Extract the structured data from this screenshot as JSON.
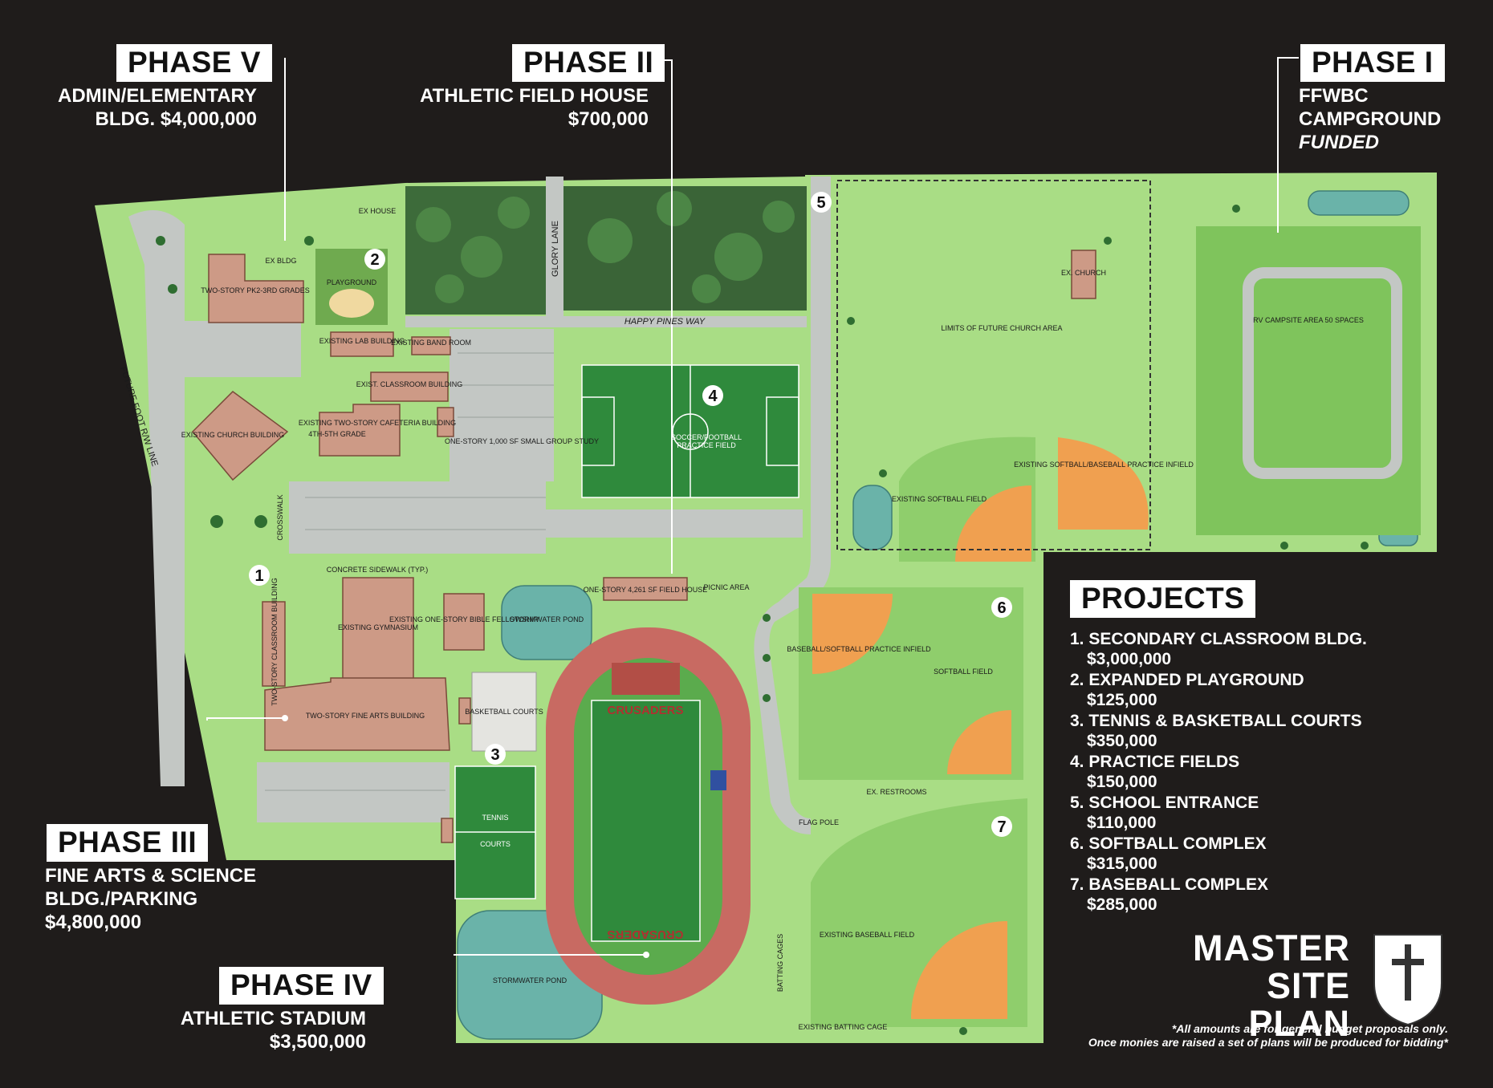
{
  "phases": {
    "phase1": {
      "title": "PHASE I",
      "line1": "FFWBC",
      "line2": "CAMPGROUND",
      "line3": "FUNDED"
    },
    "phase2": {
      "title": "PHASE II",
      "line1": "ATHLETIC FIELD HOUSE",
      "line2": "$700,000"
    },
    "phase3": {
      "title": "PHASE III",
      "line1": "FINE ARTS & SCIENCE",
      "line2": "BLDG./PARKING",
      "line3": "$4,800,000"
    },
    "phase4": {
      "title": "PHASE IV",
      "line1": "ATHLETIC STADIUM",
      "line2": "$3,500,000"
    },
    "phase5": {
      "title": "PHASE V",
      "line1": "ADMIN/ELEMENTARY",
      "line2": "BLDG. $4,000,000"
    }
  },
  "projects": {
    "title": "PROJECTS",
    "items": [
      {
        "label": "1. SECONDARY CLASSROOM  BLDG.",
        "cost": "$3,000,000"
      },
      {
        "label": "2. EXPANDED PLAYGROUND",
        "cost": "$125,000"
      },
      {
        "label": "3. TENNIS & BASKETBALL COURTS",
        "cost": "$350,000"
      },
      {
        "label": "4. PRACTICE FIELDS",
        "cost": "$150,000"
      },
      {
        "label": "5. SCHOOL ENTRANCE",
        "cost": "$110,000"
      },
      {
        "label": "6. SOFTBALL COMPLEX",
        "cost": "$315,000"
      },
      {
        "label": "7. BASEBALL COMPLEX",
        "cost": "$285,000"
      }
    ]
  },
  "title": {
    "line1": "MASTER",
    "line2": "SITE PLAN"
  },
  "footnote": {
    "line1": "*All amounts are for general budget proposals only.",
    "line2": "Once monies are raised a set of plans will be produced for bidding*"
  },
  "markers": [
    "1",
    "2",
    "3",
    "4",
    "5",
    "6",
    "7"
  ],
  "map_labels": {
    "glory_lane": "GLORY LANE",
    "happy_pines": "HAPPY PINES WAY",
    "future_row": "FUTURE FOOT R/W LINE",
    "crusaders": "CRUSADERS",
    "concrete_sidewalk": "CONCRETE SIDEWALK (TYP.)",
    "crosswalk": "CROSSWALK",
    "stormwater_pond": "STORMWATER POND",
    "basketball_courts": "BASKETBALL COURTS",
    "tennis": "TENNIS",
    "courts": "COURTS",
    "soccer": "SOCCER/FOOTBALL",
    "practice_field": "PRACTICE FIELD",
    "field_house": "ONE-STORY 4,261 SF FIELD HOUSE",
    "gymnasium": "EXISTING GYMNASIUM",
    "fine_arts": "TWO-STORY FINE ARTS BUILDING",
    "church": "EXISTING CHURCH BUILDING",
    "two_story_k": "TWO-STORY PK2-3RD GRADES",
    "playground": "PLAYGROUND",
    "ex_house": "EX HOUSE",
    "ex_bldg": "EX BLDG",
    "limits_church": "LIMITS OF FUTURE CHURCH AREA",
    "ex_church": "EX. CHURCH",
    "rv_campsite": "RV CAMPSITE AREA 50 SPACES",
    "existing_softball": "EXISTING SOFTBALL FIELD",
    "existing_sb_practice": "EXISTING SOFTBALL/BASEBALL PRACTICE INFIELD",
    "sb_practice": "BASEBALL/SOFTBALL PRACTICE INFIELD",
    "softball_field": "SOFTBALL FIELD",
    "ex_restrooms": "EX. RESTROOMS",
    "flag_pole": "FLAG POLE",
    "existing_baseball": "EXISTING BASEBALL FIELD",
    "batting_cages": "BATTING CAGES",
    "existing_batting": "EXISTING BATTING CAGE",
    "lab_building": "EXISTING LAB BUILDING",
    "band_room": "EXISTING BAND ROOM",
    "classroom_bldg": "EXIST. CLASSROOM BUILDING",
    "cafeteria": "EXISTING TWO-STORY CAFETERIA BUILDING",
    "small_group": "ONE-STORY 1,000 SF SMALL GROUP STUDY",
    "bible_fellowship": "EXISTING ONE-STORY BIBLE FELLOWSHIP",
    "fourth_grade": "4TH-5TH GRADE",
    "secondary_bldg": "TWO-STORY CLASSROOM BUILDING",
    "picnic": "PICNIC AREA"
  },
  "colors": {
    "background": "#1f1c1b",
    "grass_light": "#a9dd85",
    "grass_mid": "#8fce6c",
    "field_green": "#2f8a3c",
    "infield": "#f0a050",
    "building": "#cd9a86",
    "road": "#c3c7c4",
    "pond": "#6ab3a9",
    "track": "#c86a62"
  }
}
